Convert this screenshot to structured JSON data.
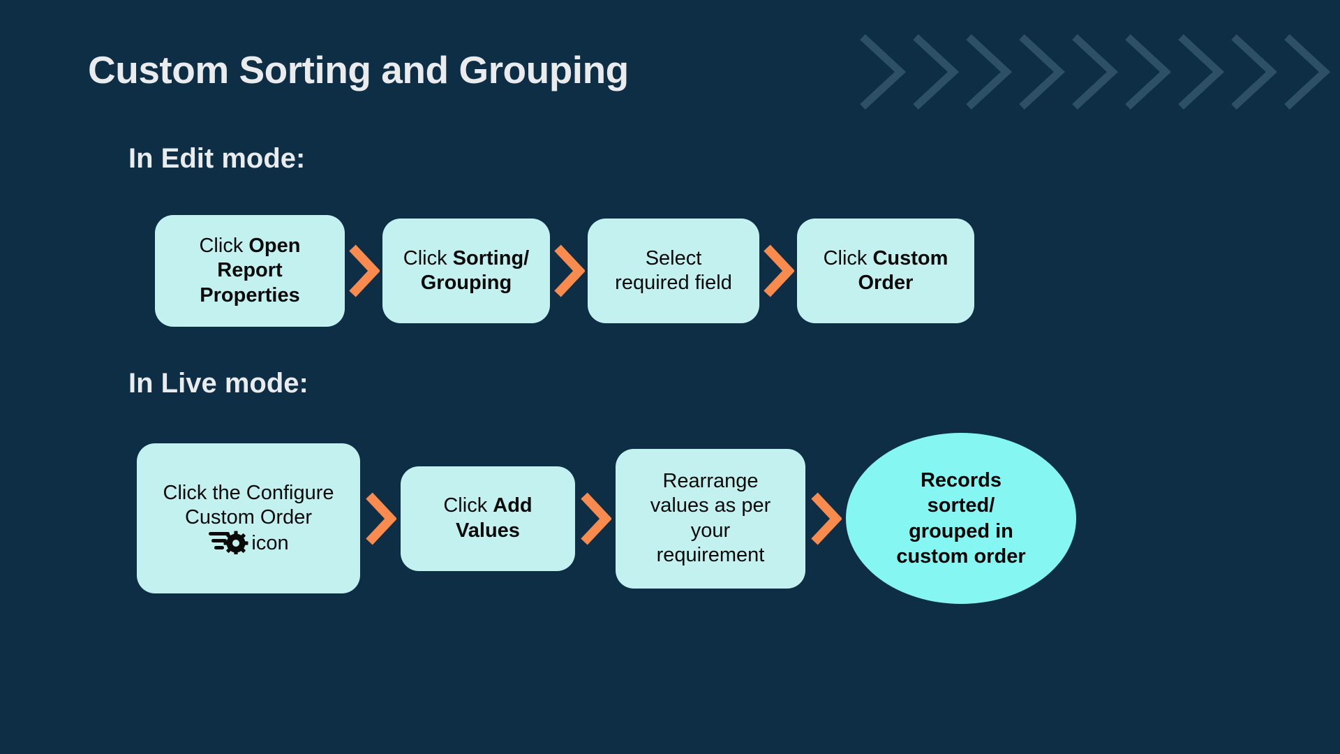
{
  "page": {
    "title": "Custom Sorting and Grouping",
    "background_color": "#0d2e45",
    "title_color": "#e9ebec",
    "box_color": "#c3f1ef",
    "result_color": "#86f6f2",
    "arrow_color": "#f98b4e",
    "chevron_color": "#2d5067"
  },
  "decor": {
    "chevron_band_name": "chevron-band",
    "chevron_count": 9
  },
  "sections": [
    {
      "heading": "In Edit mode:",
      "steps": [
        {
          "name": "open-report-properties",
          "shape": "rounded-rect",
          "lines": [
            [
              {
                "t": "Click ",
                "bold": false
              },
              {
                "t": "Open",
                "bold": true
              }
            ],
            [
              {
                "t": "Report",
                "bold": true
              }
            ],
            [
              {
                "t": "Properties",
                "bold": true
              }
            ]
          ],
          "plain_text": "Click Open Report Properties"
        },
        {
          "name": "sorting-grouping",
          "shape": "rounded-rect",
          "lines": [
            [
              {
                "t": "Click ",
                "bold": false
              },
              {
                "t": "Sorting/",
                "bold": true
              }
            ],
            [
              {
                "t": "Grouping",
                "bold": true
              }
            ]
          ],
          "plain_text": "Click Sorting/ Grouping"
        },
        {
          "name": "select-required-field",
          "shape": "rounded-rect",
          "lines": [
            [
              {
                "t": "Select",
                "bold": false
              }
            ],
            [
              {
                "t": "required field",
                "bold": false
              }
            ]
          ],
          "plain_text": "Select required field"
        },
        {
          "name": "custom-order",
          "shape": "rounded-rect",
          "lines": [
            [
              {
                "t": "Click ",
                "bold": false
              },
              {
                "t": "Custom",
                "bold": true
              }
            ],
            [
              {
                "t": "Order",
                "bold": true
              }
            ]
          ],
          "plain_text": "Click Custom Order"
        }
      ]
    },
    {
      "heading": "In Live mode:",
      "steps": [
        {
          "name": "configure-custom-order",
          "shape": "rounded-rect",
          "icon": "configure-custom-order-icon",
          "lines": [
            [
              {
                "t": "Click the Configure",
                "bold": false
              }
            ],
            [
              {
                "t": "Custom Order",
                "bold": false
              }
            ],
            [
              {
                "t": "icon",
                "bold": false
              }
            ]
          ],
          "plain_text": "Click the Configure Custom Order icon"
        },
        {
          "name": "add-values",
          "shape": "rounded-rect",
          "lines": [
            [
              {
                "t": "Click ",
                "bold": false
              },
              {
                "t": "Add",
                "bold": true
              }
            ],
            [
              {
                "t": "Values",
                "bold": true
              }
            ]
          ],
          "plain_text": "Click Add Values"
        },
        {
          "name": "rearrange-values",
          "shape": "rounded-rect",
          "lines": [
            [
              {
                "t": "Rearrange",
                "bold": false
              }
            ],
            [
              {
                "t": "values as per",
                "bold": false
              }
            ],
            [
              {
                "t": "your",
                "bold": false
              }
            ],
            [
              {
                "t": "requirement",
                "bold": false
              }
            ]
          ],
          "plain_text": "Rearrange values as per your requirement"
        },
        {
          "name": "records-result",
          "shape": "ellipse",
          "lines": [
            [
              {
                "t": "Records",
                "bold": true
              }
            ],
            [
              {
                "t": "sorted/",
                "bold": true
              }
            ],
            [
              {
                "t": "grouped in",
                "bold": true
              }
            ],
            [
              {
                "t": "custom order",
                "bold": true
              }
            ]
          ],
          "plain_text": "Records sorted/ grouped in custom order"
        }
      ]
    }
  ],
  "text": {
    "title": "Custom Sorting and Grouping",
    "heading_edit": "In Edit mode:",
    "heading_live": "In Live mode:",
    "step_1_l1_a": "Click ",
    "step_1_l1_b": "Open",
    "step_1_l2": "Report",
    "step_1_l3": "Properties",
    "step_2_l1_a": "Click ",
    "step_2_l1_b": "Sorting/",
    "step_2_l2": "Grouping",
    "step_3_l1": "Select",
    "step_3_l2": "required field",
    "step_4_l1_a": "Click ",
    "step_4_l1_b": "Custom",
    "step_4_l2": "Order",
    "step_5_l1": "Click the Configure",
    "step_5_l2": "Custom Order",
    "step_5_l3": "icon",
    "step_6_l1_a": "Click ",
    "step_6_l1_b": "Add",
    "step_6_l2": "Values",
    "step_7_l1": "Rearrange",
    "step_7_l2": "values as per",
    "step_7_l3": "your",
    "step_7_l4": "requirement",
    "step_8_l1": "Records",
    "step_8_l2": "sorted/",
    "step_8_l3": "grouped in",
    "step_8_l4": "custom order"
  }
}
